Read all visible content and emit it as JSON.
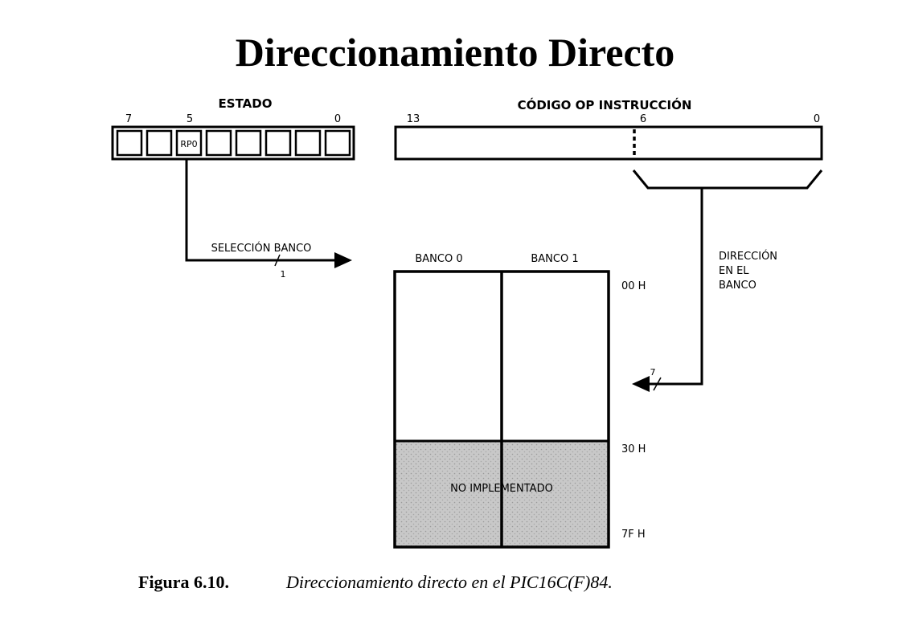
{
  "title": "Direccionamiento Directo",
  "status_register": {
    "label": "ESTADO",
    "bit_high": "7",
    "bit_mid": "5",
    "bit_low": "0",
    "rp0_label": "RP0"
  },
  "opcode_register": {
    "label": "CÓDIGO OP INSTRUCCIÓN",
    "bit_high": "13",
    "bit_mid": "6",
    "bit_low": "0"
  },
  "bank_select": {
    "label": "SELECCIÓN BANCO",
    "width": "1"
  },
  "address_in_bank": {
    "line1": "DIRECCIÓN",
    "line2": "EN EL",
    "line3": "BANCO",
    "width": "7"
  },
  "memory": {
    "bank0": "BANCO 0",
    "bank1": "BANCO 1",
    "addr_start": "00 H",
    "addr_mid": "30 H",
    "addr_end": "7F H",
    "unimplemented": "NO IMPLEMENTADO",
    "unimplemented_color": "#bdbdbd"
  },
  "caption": {
    "number": "Figura 6.10.",
    "text": "Direccionamiento directo en el PIC16C(F)84."
  }
}
